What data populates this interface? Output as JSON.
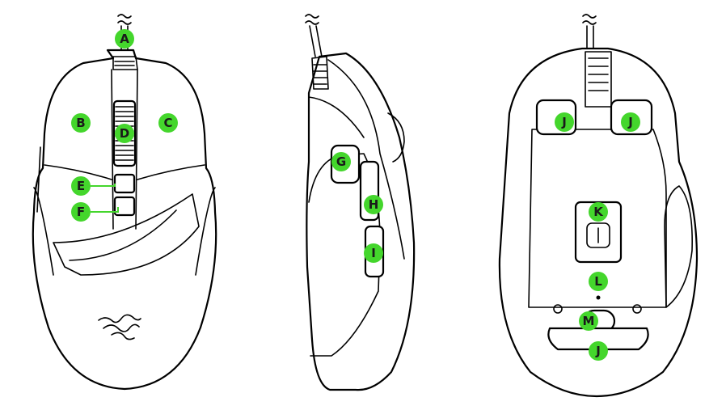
{
  "accent_color": "#44d62c",
  "views": [
    {
      "name": "top-view",
      "icon": "mouse-top-outline"
    },
    {
      "name": "side-view",
      "icon": "mouse-left-side-outline"
    },
    {
      "name": "bottom-view",
      "icon": "mouse-bottom-outline"
    }
  ],
  "logo": {
    "icon": "razer-triple-snake-logo"
  },
  "callouts": {
    "A": "A",
    "B": "B",
    "C": "C",
    "D": "D",
    "E": "E",
    "F": "F",
    "G": "G",
    "H": "H",
    "I": "I",
    "J": "J",
    "K": "K",
    "L": "L",
    "M": "M"
  }
}
